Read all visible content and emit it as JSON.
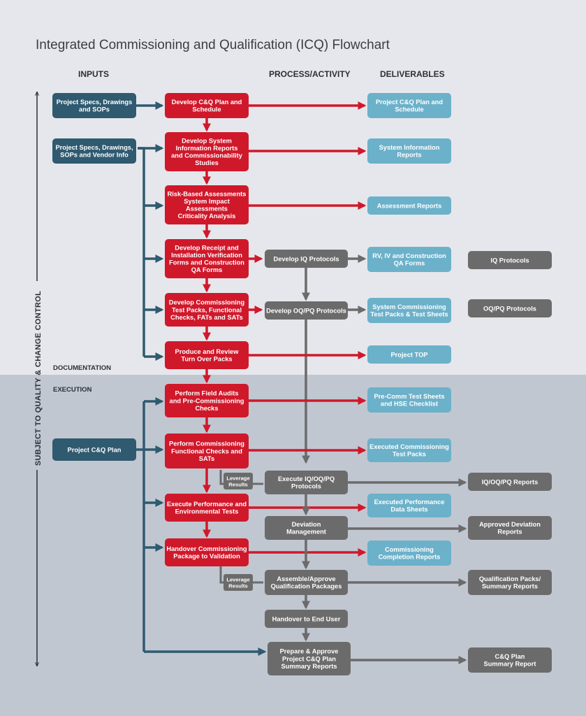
{
  "title": "Integrated Commissioning and Qualification (ICQ) Flowchart",
  "headers": {
    "inputs": "INPUTS",
    "process": "PROCESS/ACTIVITY",
    "deliverables": "DELIVERABLES"
  },
  "sections": {
    "documentation": "DOCUMENTATION",
    "execution": "EXECUTION"
  },
  "side_label": "SUBJECT TO QUALITY & CHANGE CONTROL",
  "colors": {
    "input": "#2f5a70",
    "process": "#d0182b",
    "deliverable": "#6cb1ca",
    "protocol": "#6b6b6b",
    "top_band": "#e6e7ec",
    "bottom_band": "#c1c7d1"
  },
  "boxes": {
    "in1": [
      "Project Specs, Drawings",
      "and SOPs"
    ],
    "in2": [
      "Project Specs, Drawings,",
      "SOPs and Vendor Info"
    ],
    "in3": [
      "Project C&Q Plan"
    ],
    "p1": [
      "Develop C&Q Plan and",
      "Schedule"
    ],
    "p2": [
      "Develop System",
      "Information Reports",
      "and Commissionability",
      "Studies"
    ],
    "p3": [
      "Risk-Based Assessments",
      "System Impact",
      "Assessments",
      "Criticality Analysis"
    ],
    "p4": [
      "Develop Receipt and",
      "Installation Verification",
      "Forms and Construction",
      "QA Forms"
    ],
    "p5": [
      "Develop Commissioning",
      "Test Packs, Functional",
      "Checks, FATs and SATs"
    ],
    "p6": [
      "Produce and Review",
      "Turn Over Packs"
    ],
    "p7": [
      "Perform Field Audits",
      "and Pre-Commissioning",
      "Checks"
    ],
    "p8": [
      "Perform Commissioning",
      "Functional Checks and",
      "SATs"
    ],
    "p9": [
      "Execute Performance and",
      "Environmental Tests"
    ],
    "p10": [
      "Handover Commissioning",
      "Package to Validation"
    ],
    "g1": [
      "Develop IQ Protocols"
    ],
    "g2": [
      "Develop OQ/PQ Protocols"
    ],
    "g3": [
      "Execute IQ/OQ/PQ",
      "Protocols"
    ],
    "g4": [
      "Deviation",
      "Management"
    ],
    "g5": [
      "Assemble/Approve",
      "Qualification Packages"
    ],
    "g6": [
      "Handover to End User"
    ],
    "g7": [
      "Prepare & Approve",
      "Project C&Q Plan",
      "Summary Reports"
    ],
    "lv1": [
      "Leverage",
      "Results"
    ],
    "lv2": [
      "Leverage",
      "Results"
    ],
    "d1": [
      "Project C&Q Plan and",
      "Schedule"
    ],
    "d2": [
      "System Information",
      "Reports"
    ],
    "d3": [
      "Assessment Reports"
    ],
    "d4": [
      "RV, IV and Construction",
      "QA Forms"
    ],
    "d5": [
      "System Commissioning",
      "Test Packs & Test Sheets"
    ],
    "d6": [
      "Project TOP"
    ],
    "d7": [
      "Pre-Comm Test Sheets",
      "and HSE Checklist"
    ],
    "d8": [
      "Executed Commissioning",
      "Test Packs"
    ],
    "d9": [
      "Executed Performance",
      "Data Sheets"
    ],
    "d10": [
      "Commissioning",
      "Completion Reports"
    ],
    "o1": [
      "IQ Protocols"
    ],
    "o2": [
      "OQ/PQ Protocols"
    ],
    "o3": [
      "IQ/OQ/PQ Reports"
    ],
    "o4": [
      "Approved Deviation",
      "Reports"
    ],
    "o5": [
      "Qualification Packs/",
      "Summary Reports"
    ],
    "o6": [
      "C&Q Plan",
      "Summary Report"
    ]
  }
}
